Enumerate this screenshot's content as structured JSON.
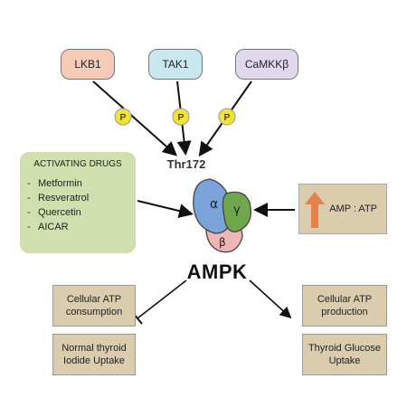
{
  "upstream_kinases": [
    {
      "label": "LKB1"
    },
    {
      "label": "TAK1"
    },
    {
      "label": "CaMKKβ"
    }
  ],
  "phospho_label": "P",
  "site_label": "Thr172",
  "activating_drugs": {
    "title": "ACTIVATING DRUGS",
    "items": [
      "Metformin",
      "Resveratrol",
      "Quercetin",
      "AICAR"
    ],
    "bullet": "-"
  },
  "amp_ratio": {
    "label": "AMP : ATP",
    "arrow_icon": "up-arrow-icon"
  },
  "subunits": {
    "alpha": "α",
    "gamma": "γ",
    "beta": "β"
  },
  "complex_label": "AMPK",
  "inhibited_outcomes": [
    {
      "label_line1": "Cellular ATP",
      "label_line2": "consumption"
    },
    {
      "label_line1": "Normal thyroid",
      "label_line2": "Iodide Uptake"
    }
  ],
  "activated_outcomes": [
    {
      "label_line1": "Cellular ATP",
      "label_line2": "production"
    },
    {
      "label_line1": "Thyroid Glucose",
      "label_line2": "Uptake"
    }
  ],
  "colors": {
    "lkb1": "#f6cbb7",
    "tak1": "#c9e7ee",
    "camkk": "#e2d8ee",
    "drugs": "#cfe0ae",
    "tan": "#d9cdae",
    "phospho": "#f2e233",
    "alpha": "#7aa3d9",
    "gamma": "#6fa84a",
    "beta": "#eeb6b6",
    "up_arrow": "#e8804a"
  }
}
